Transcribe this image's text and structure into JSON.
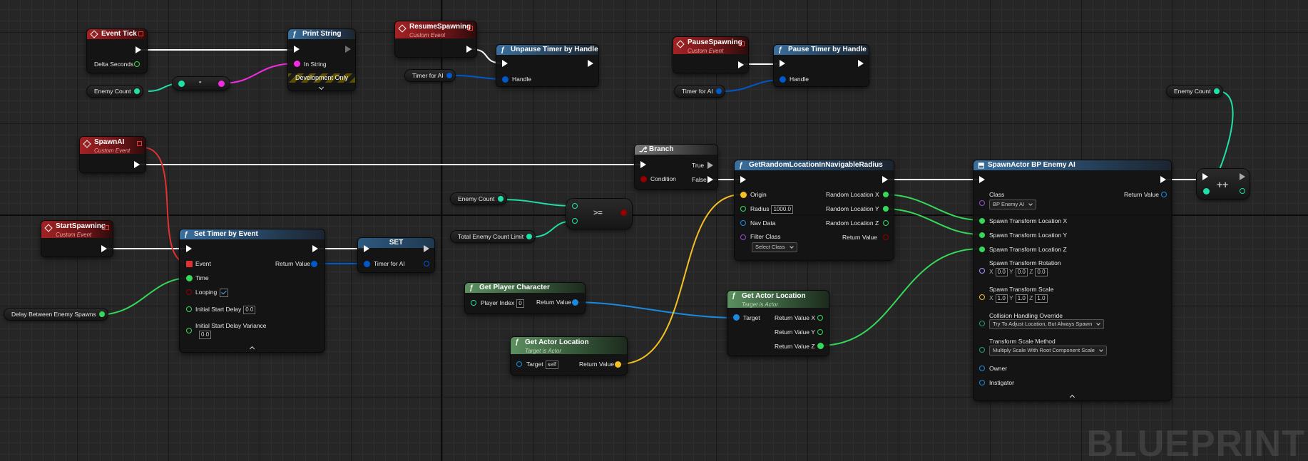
{
  "watermark": "BLUEPRINT",
  "nodes": {
    "event_tick": {
      "title": "Event Tick",
      "delta": "Delta Seconds"
    },
    "print_string": {
      "title": "Print String",
      "in_string": "In String",
      "dev": "Development Only"
    },
    "var_enemy_count_1": "Enemy Count",
    "to_string_op": "•",
    "resume_spawning": {
      "title": "ResumeSpawning",
      "sub": "Custom Event"
    },
    "unpause_timer": {
      "title": "Unpause Timer by Handle",
      "handle": "Handle"
    },
    "var_timer_ai_1": "Timer for AI",
    "pause_spawning": {
      "title": "PauseSpawning",
      "sub": "Custom Event"
    },
    "pause_timer": {
      "title": "Pause Timer by Handle",
      "handle": "Handle"
    },
    "var_timer_ai_2": "Timer for AI",
    "var_enemy_count_3": "Enemy Count",
    "spawn_ai": {
      "title": "SpawnAI",
      "sub": "Custom Event"
    },
    "branch": {
      "title": "Branch",
      "condition": "Condition",
      "true": "True",
      "false": "False"
    },
    "compare": {
      "op": ">="
    },
    "var_enemy_count_2": "Enemy Count",
    "var_total_limit": "Total Enemy Count Limit",
    "get_random": {
      "title": "GetRandomLocationInNavigableRadius",
      "origin": "Origin",
      "radius": "Radius",
      "radius_val": "1000.0",
      "nav_data": "Nav Data",
      "filter": "Filter Class",
      "filter_val": "Select Class",
      "rx": "Random Location X",
      "ry": "Random Location Y",
      "rz": "Random Location Z",
      "ret": "Return Value"
    },
    "spawn_actor": {
      "title": "SpawnActor BP Enemy AI",
      "class": "Class",
      "class_val": "BP Enemy AI",
      "ret": "Return Value",
      "stx": "Spawn Transform Location X",
      "sty": "Spawn Transform Location Y",
      "stz": "Spawn Transform Location Z",
      "rot": "Spawn Transform Rotation",
      "scale": "Spawn Transform Scale",
      "x": "X",
      "y": "Y",
      "z": "Z",
      "rot_x": "0.0",
      "rot_y": "0.0",
      "rot_z": "0.0",
      "sc_x": "1.0",
      "sc_y": "1.0",
      "sc_z": "1.0",
      "collision": "Collision Handling Override",
      "collision_val": "Try To Adjust Location, But Always Spawn",
      "tsm": "Transform Scale Method",
      "tsm_val": "Multiply Scale With Root Component Scale",
      "owner": "Owner",
      "instigator": "Instigator"
    },
    "increment": {
      "op": "++"
    },
    "start_spawning": {
      "title": "StartSpawning",
      "sub": "Custom Event"
    },
    "set_timer": {
      "title": "Set Timer by Event",
      "event": "Event",
      "time": "Time",
      "looping": "Looping",
      "isd": "Initial Start Delay",
      "isd_val": "0.0",
      "isdv": "Initial Start Delay Variance",
      "isdv_val": "0.0",
      "ret": "Return Value"
    },
    "set_node": {
      "title": "SET",
      "timer": "Timer for AI"
    },
    "var_delay": "Delay Between Enemy Spawns",
    "get_player": {
      "title": "Get Player Character",
      "player_index": "Player Index",
      "player_index_val": "0",
      "ret": "Return Value"
    },
    "get_actor_loc_1": {
      "title": "Get Actor Location",
      "sub": "Target is Actor",
      "target": "Target",
      "rx": "Return Value X",
      "ry": "Return Value Y",
      "rz": "Return Value Z"
    },
    "get_actor_loc_2": {
      "title": "Get Actor Location",
      "sub": "Target is Actor",
      "target": "Target",
      "target_val": "self",
      "ret": "Return Value"
    }
  },
  "colors": {
    "exec": "#ffffff",
    "float": "#35d858",
    "object": "#1a8ae0",
    "string": "#f22ce0",
    "int": "#1fe0a8",
    "vector": "#f5c024",
    "struct": "#0059cb",
    "bool": "#930000",
    "event_header": "#a32224",
    "func_header": "#3a6f9e",
    "pure_header": "#5c9060"
  }
}
